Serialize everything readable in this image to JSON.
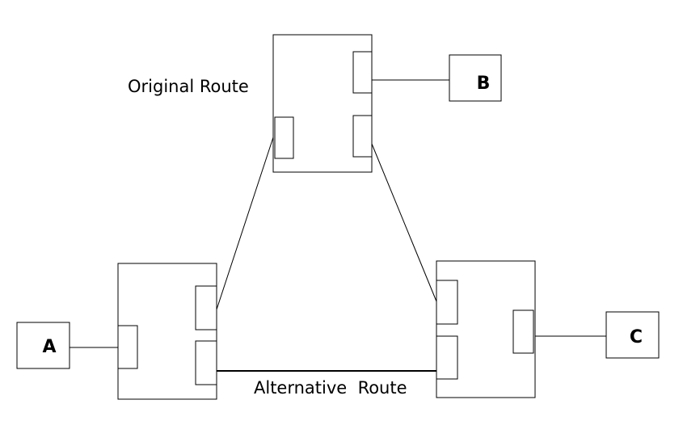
{
  "nodes": {
    "a": {
      "label": "A"
    },
    "b": {
      "label": "B"
    },
    "c": {
      "label": "C"
    }
  },
  "routes": {
    "original": {
      "label": "Original Route"
    },
    "alternative": {
      "label": "Alternative  Route"
    }
  }
}
